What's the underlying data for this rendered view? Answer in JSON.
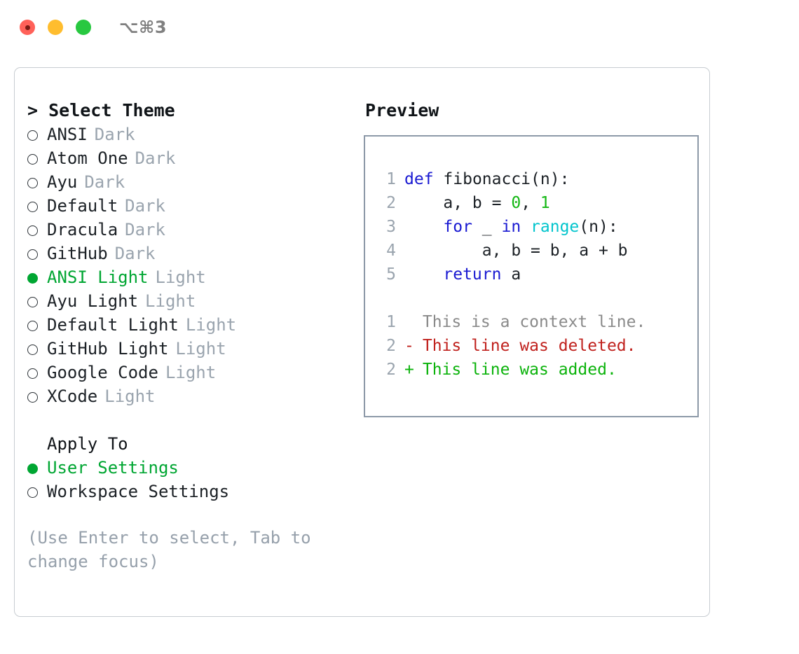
{
  "titlebar": {
    "shortcut": "⌥⌘3",
    "lights": [
      "close-red",
      "minimize-yellow",
      "zoom-green"
    ]
  },
  "theme_panel": {
    "heading": "> Select Theme",
    "items": [
      {
        "marker": "○",
        "name": "ANSI",
        "kind": "Dark",
        "selected": false
      },
      {
        "marker": "○",
        "name": "Atom One",
        "kind": "Dark",
        "selected": false
      },
      {
        "marker": "○",
        "name": "Ayu",
        "kind": "Dark",
        "selected": false
      },
      {
        "marker": "○",
        "name": "Default",
        "kind": "Dark",
        "selected": false
      },
      {
        "marker": "○",
        "name": "Dracula",
        "kind": "Dark",
        "selected": false
      },
      {
        "marker": "○",
        "name": "GitHub",
        "kind": "Dark",
        "selected": false
      },
      {
        "marker": "●",
        "name": "ANSI Light",
        "kind": "Light",
        "selected": true
      },
      {
        "marker": "○",
        "name": "Ayu Light",
        "kind": "Light",
        "selected": false
      },
      {
        "marker": "○",
        "name": "Default Light",
        "kind": "Light",
        "selected": false
      },
      {
        "marker": "○",
        "name": "GitHub Light",
        "kind": "Light",
        "selected": false
      },
      {
        "marker": "○",
        "name": "Google Code",
        "kind": "Light",
        "selected": false
      },
      {
        "marker": "○",
        "name": "XCode",
        "kind": "Light",
        "selected": false
      }
    ]
  },
  "apply_to": {
    "label": "Apply To",
    "options": [
      {
        "marker": "●",
        "name": "User Settings",
        "selected": true
      },
      {
        "marker": "○",
        "name": "Workspace Settings",
        "selected": false
      }
    ]
  },
  "hint": "(Use Enter to select, Tab to change focus)",
  "preview": {
    "heading": "Preview",
    "code_lines": [
      {
        "lineno": "1",
        "tokens": [
          {
            "text": "def",
            "type": "kw"
          },
          {
            "text": " ",
            "type": "plain"
          },
          {
            "text": "fibonacci(n):",
            "type": "plain"
          }
        ]
      },
      {
        "lineno": "2",
        "tokens": [
          {
            "text": "    a, b = ",
            "type": "plain"
          },
          {
            "text": "0",
            "type": "num"
          },
          {
            "text": ", ",
            "type": "plain"
          },
          {
            "text": "1",
            "type": "num"
          }
        ]
      },
      {
        "lineno": "3",
        "tokens": [
          {
            "text": "    ",
            "type": "plain"
          },
          {
            "text": "for",
            "type": "kw"
          },
          {
            "text": " _ ",
            "type": "plain"
          },
          {
            "text": "in",
            "type": "kw"
          },
          {
            "text": " ",
            "type": "plain"
          },
          {
            "text": "range",
            "type": "bif"
          },
          {
            "text": "(n):",
            "type": "plain"
          }
        ]
      },
      {
        "lineno": "4",
        "tokens": [
          {
            "text": "        a, b = b, a + b",
            "type": "plain"
          }
        ]
      },
      {
        "lineno": "5",
        "tokens": [
          {
            "text": "    ",
            "type": "plain"
          },
          {
            "text": "return",
            "type": "kw"
          },
          {
            "text": " a",
            "type": "plain"
          }
        ]
      }
    ],
    "diff_lines": [
      {
        "lineno": "1",
        "mark": " ",
        "text": "This is a context line.",
        "type": "context"
      },
      {
        "lineno": "2",
        "mark": "-",
        "text": "This line was deleted.",
        "type": "deleted"
      },
      {
        "lineno": "2",
        "mark": "+",
        "text": "This line was added.",
        "type": "added"
      }
    ]
  },
  "colors": {
    "accent_green": "#00a632",
    "muted_gray": "#9aa4ae",
    "hint_gray": "#96a0ab",
    "keyword_blue": "#1a1ad2",
    "number_green": "#14b814",
    "builtin_cyan": "#03c5cd",
    "diff_deleted_red": "#c0211d",
    "diff_added_green": "#0cb30c",
    "panel_border": "#c7ccd1",
    "preview_border": "#8d99a8"
  }
}
